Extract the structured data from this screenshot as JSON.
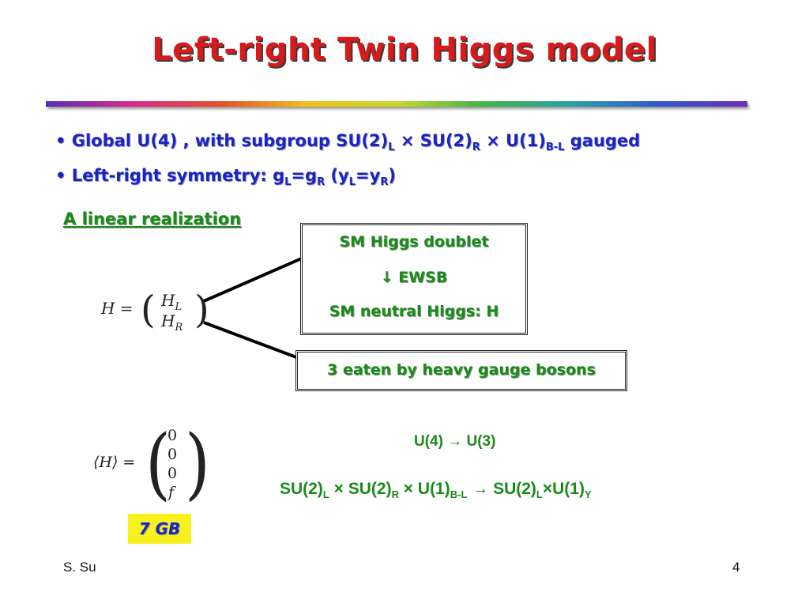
{
  "slide": {
    "title": "Left-right Twin Higgs model",
    "bullets": [
      {
        "prefix": "Global U(4) , with subgroup SU(2)",
        "sub1": "L",
        "mid1": " × SU(2)",
        "sub2": "R",
        "mid2": " × U(1)",
        "sub3": "B-L",
        "suffix": " gauged"
      },
      {
        "prefix": "Left-right symmetry: g",
        "sub1": "L",
        "mid1": "=g",
        "sub2": "R",
        "mid2": " (y",
        "sub3": "L",
        "mid3": "=y",
        "sub4": "R",
        "suffix": ")"
      }
    ],
    "linear_heading": "A linear realization",
    "equation_H": {
      "lhs": "H =",
      "top": "H",
      "top_sub": "L",
      "bottom": "H",
      "bottom_sub": "R"
    },
    "box1": {
      "line1": "SM Higgs doublet",
      "line2": "↓ EWSB",
      "line3": "SM neutral Higgs: H"
    },
    "box2": "3 eaten by heavy gauge bosons",
    "vev": {
      "lhs": "⟨H⟩ =",
      "entries": [
        "0",
        "0",
        "0",
        "f"
      ]
    },
    "breaking1": "U(4) → U(3)",
    "breaking2": {
      "a": "SU(2)",
      "a_sub": "L",
      "b": " × SU(2)",
      "b_sub": "R",
      "c": " × U(1)",
      "c_sub": "B-L",
      "d": " → SU(2)",
      "d_sub": "L",
      "e": "×U(1)",
      "e_sub": "Y"
    },
    "gb_label": "7 GB",
    "footer_left": "S. Su",
    "footer_right": "4"
  },
  "colors": {
    "title": "#d81a1a",
    "bullets": "#1a23c8",
    "green": "#1a8a1a",
    "highlight": "#f7f21e"
  }
}
